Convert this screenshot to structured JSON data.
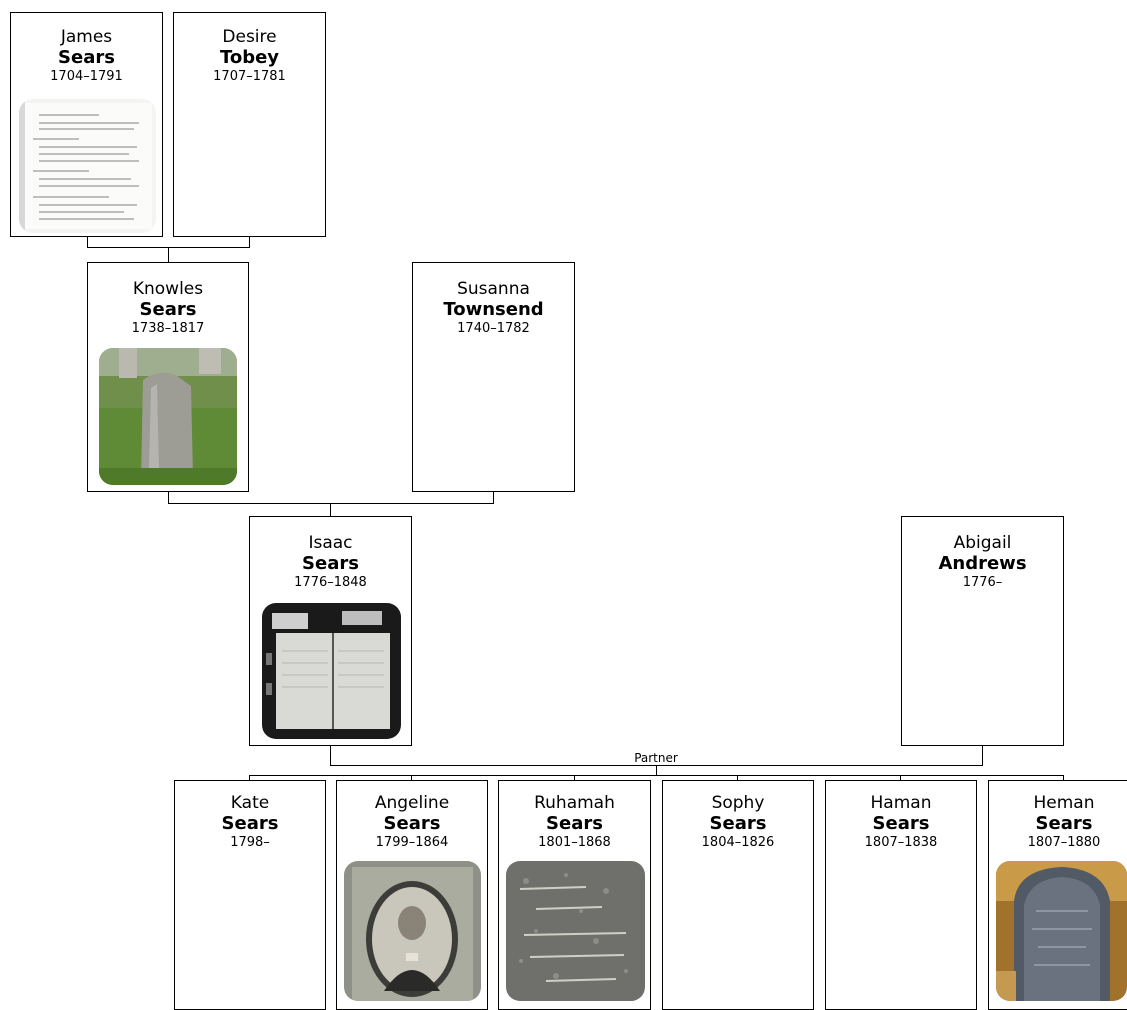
{
  "people": {
    "james": {
      "given": "James",
      "surname": "Sears",
      "years": "1704–1791",
      "photo": "document-scan"
    },
    "desire": {
      "given": "Desire",
      "surname": "Tobey",
      "years": "1707–1781"
    },
    "knowles": {
      "given": "Knowles",
      "surname": "Sears",
      "years": "1738–1817",
      "photo": "gravestone-in-grass"
    },
    "susanna": {
      "given": "Susanna",
      "surname": "Townsend",
      "years": "1740–1782"
    },
    "isaac": {
      "given": "Isaac",
      "surname": "Sears",
      "years": "1776–1848",
      "photo": "open-record-book"
    },
    "abigail": {
      "given": "Abigail",
      "surname": "Andrews",
      "years": "1776–"
    },
    "kate": {
      "given": "Kate",
      "surname": "Sears",
      "years": "1798–"
    },
    "angeline": {
      "given": "Angeline",
      "surname": "Sears",
      "years": "1799–1864",
      "photo": "framed-portrait"
    },
    "ruhamah": {
      "given": "Ruhamah",
      "surname": "Sears",
      "years": "1801–1868",
      "photo": "gravestone-inscription"
    },
    "sophy": {
      "given": "Sophy",
      "surname": "Sears",
      "years": "1804–1826"
    },
    "haman": {
      "given": "Haman",
      "surname": "Sears",
      "years": "1807–1838"
    },
    "heman": {
      "given": "Heman",
      "surname": "Sears",
      "years": "1807–1880",
      "photo": "weathered-gravestone"
    }
  },
  "relationship": {
    "partner_label": "Partner"
  }
}
